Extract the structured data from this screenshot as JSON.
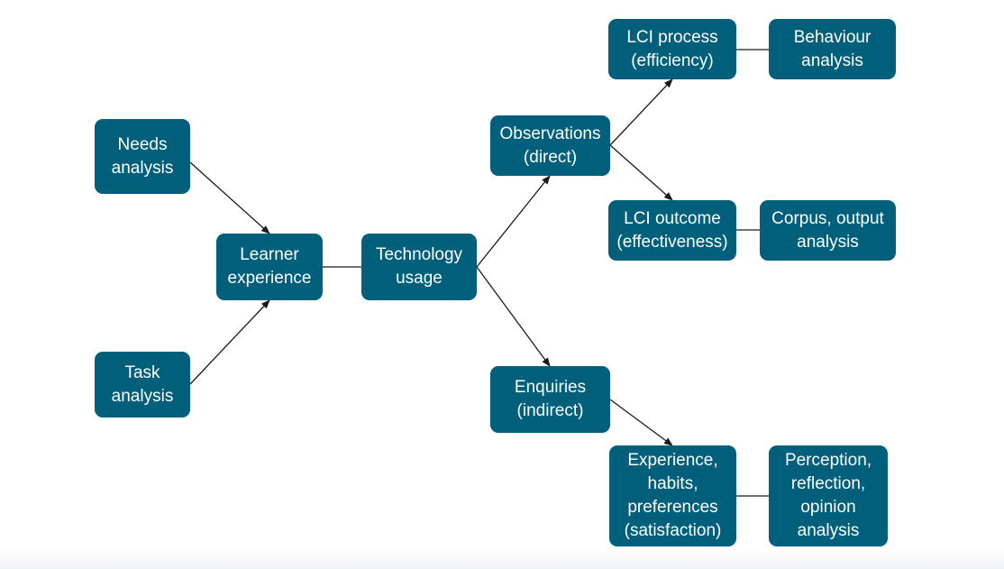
{
  "diagram": {
    "nodes": {
      "needs_analysis": "Needs\nanalysis",
      "task_analysis": "Task\nanalysis",
      "learner_experience": "Learner\nexperience",
      "technology_usage": "Technology\nusage",
      "observations": "Observations\n(direct)",
      "enquiries": "Enquiries\n(indirect)",
      "lci_process": "LCI process\n(efficiency)",
      "behaviour_analysis": "Behaviour\nanalysis",
      "lci_outcome": "LCI outcome\n(effectiveness)",
      "corpus_output": "Corpus, output\nanalysis",
      "experience_habits": "Experience,\nhabits,\npreferences\n(satisfaction)",
      "perception_reflection": "Perception,\nreflection,\nopinion\nanalysis"
    },
    "edges": [
      {
        "from": "needs_analysis",
        "to": "learner_experience",
        "arrow": true
      },
      {
        "from": "task_analysis",
        "to": "learner_experience",
        "arrow": true
      },
      {
        "from": "learner_experience",
        "to": "technology_usage",
        "arrow": false
      },
      {
        "from": "technology_usage",
        "to": "observations",
        "arrow": true
      },
      {
        "from": "technology_usage",
        "to": "enquiries",
        "arrow": true
      },
      {
        "from": "observations",
        "to": "lci_process",
        "arrow": true
      },
      {
        "from": "observations",
        "to": "lci_outcome",
        "arrow": true
      },
      {
        "from": "lci_process",
        "to": "behaviour_analysis",
        "arrow": false
      },
      {
        "from": "lci_outcome",
        "to": "corpus_output",
        "arrow": false
      },
      {
        "from": "enquiries",
        "to": "experience_habits",
        "arrow": true
      },
      {
        "from": "experience_habits",
        "to": "perception_reflection",
        "arrow": false
      }
    ],
    "colors": {
      "node_fill": "#005f7b",
      "node_text": "#ffffff",
      "connector": "#1a1a1a"
    }
  }
}
